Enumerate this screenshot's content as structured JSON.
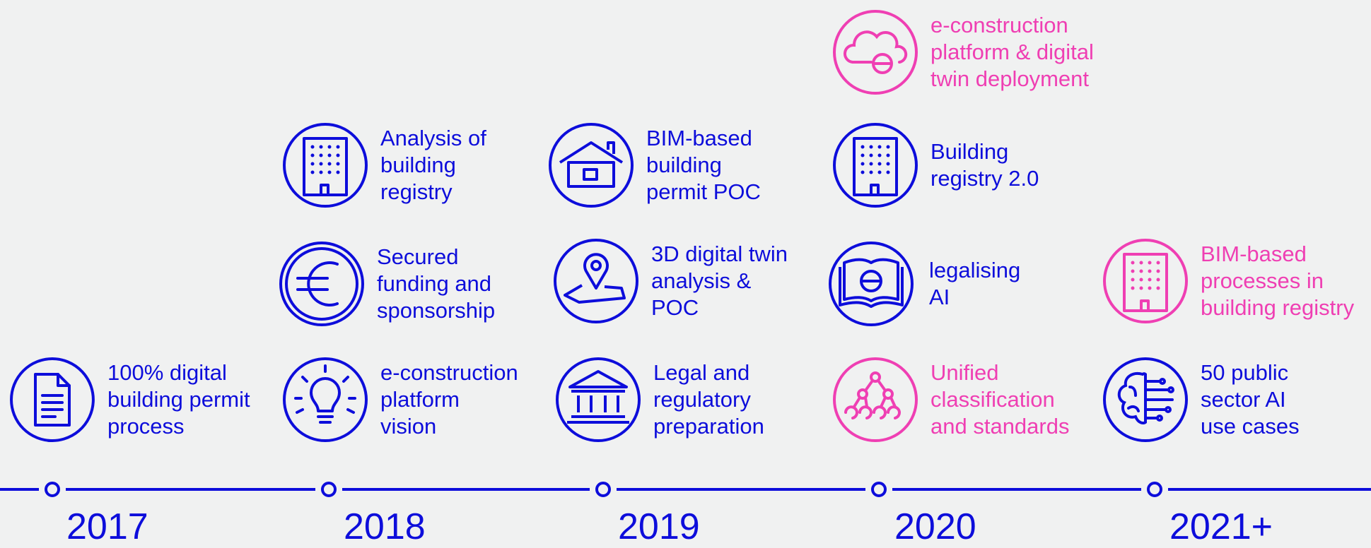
{
  "colors": {
    "blue": "#0d0ddb",
    "pink": "#ef3fb3",
    "background": "#f0f1f1"
  },
  "years": [
    "2017",
    "2018",
    "2019",
    "2020",
    "2021+"
  ],
  "milestones": {
    "y2017_digital_permit": {
      "text": "100% digital\nbuilding permit\nprocess",
      "icon": "document-icon",
      "color": "blue"
    },
    "y2018_registry_analysis": {
      "text": "Analysis of\nbuilding\nregistry",
      "icon": "building-icon",
      "color": "blue"
    },
    "y2018_funding": {
      "text": "Secured\nfunding and\nsponsorship",
      "icon": "euro-icon",
      "color": "blue"
    },
    "y2018_vision": {
      "text": "e-construction\nplatform\nvision",
      "icon": "lightbulb-icon",
      "color": "blue"
    },
    "y2019_bim_poc": {
      "text": "BIM-based\nbuilding\npermit POC",
      "icon": "house-icon",
      "color": "blue"
    },
    "y2019_digital_twin": {
      "text": "3D digital twin\nanalysis &\nPOC",
      "icon": "map-pin-icon",
      "color": "blue"
    },
    "y2019_legal": {
      "text": "Legal and\nregulatory\npreparation",
      "icon": "government-building-icon",
      "color": "blue"
    },
    "y2020_platform": {
      "text": "e-construction\nplatform & digital\ntwin deployment",
      "icon": "cloud-e-icon",
      "color": "pink"
    },
    "y2020_registry2": {
      "text": "Building\nregistry 2.0",
      "icon": "building-icon",
      "color": "blue"
    },
    "y2020_ai_legal": {
      "text": "legalising\nAI",
      "icon": "e-book-icon",
      "color": "blue"
    },
    "y2020_classification": {
      "text": "Unified\nclassification\nand standards",
      "icon": "hierarchy-icon",
      "color": "pink"
    },
    "y2021_bim_processes": {
      "text": "BIM-based\nprocesses in\nbuilding registry",
      "icon": "building-icon",
      "color": "pink"
    },
    "y2021_ai_use_cases": {
      "text": "50 public\nsector AI\nuse cases",
      "icon": "brain-circuit-icon",
      "color": "blue"
    }
  }
}
